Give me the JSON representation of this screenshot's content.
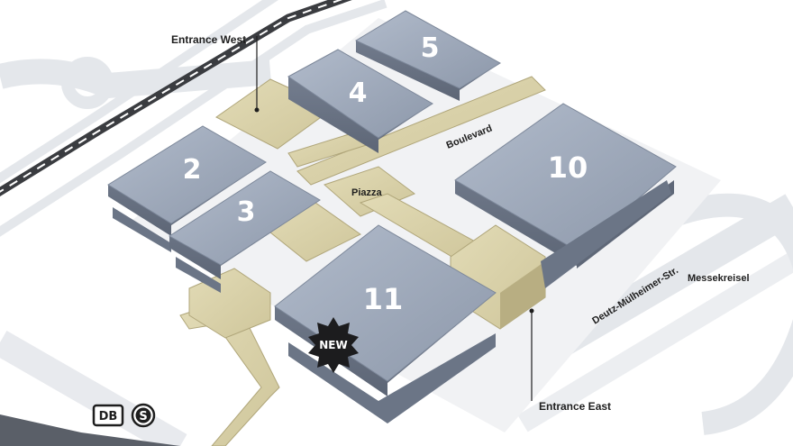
{
  "halls": [
    {
      "id": "2",
      "label": "2"
    },
    {
      "id": "3",
      "label": "3"
    },
    {
      "id": "4",
      "label": "4"
    },
    {
      "id": "5",
      "label": "5"
    },
    {
      "id": "10",
      "label": "10"
    },
    {
      "id": "11",
      "label": "11"
    }
  ],
  "labels": {
    "entrance_west": "Entrance West",
    "entrance_east": "Entrance East",
    "piazza": "Piazza",
    "boulevard": "Boulevard",
    "street": "Deutz-Mülheimer-Str.",
    "roundabout": "Messekreisel"
  },
  "badge": {
    "text": "NEW"
  },
  "transit_icons": {
    "db": "DB",
    "sbahn": "S"
  },
  "colors": {
    "hall_top": "#9ea8b9",
    "hall_side": "#6e7889",
    "walkway": "#d8d0a8",
    "walkway_side": "#b0a67a",
    "road": "#e6e8ec",
    "rail": "#3a3c40"
  }
}
